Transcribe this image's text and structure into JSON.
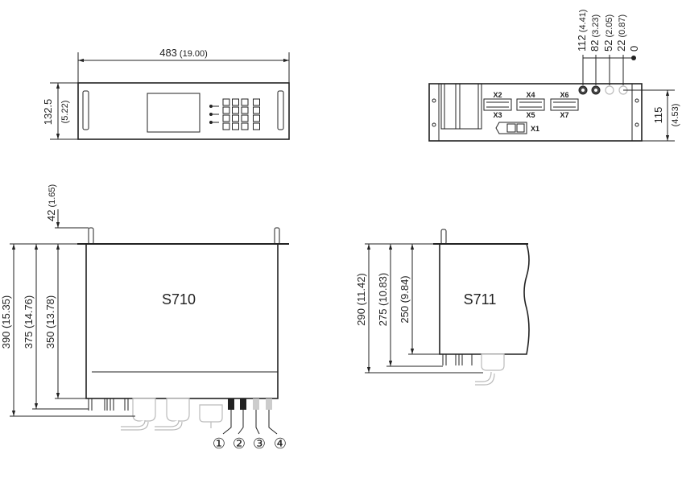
{
  "front_view": {
    "width_dim": {
      "mm": "483",
      "in": "(19.00)"
    },
    "height_dim": {
      "mm": "132.5",
      "in": "(5.22)"
    }
  },
  "rear_view": {
    "offsets": [
      {
        "mm": "112",
        "in": "(4.41)"
      },
      {
        "mm": "82",
        "in": "(3.23)"
      },
      {
        "mm": "52",
        "in": "(2.05)"
      },
      {
        "mm": "22",
        "in": "(0.87)"
      },
      {
        "mm": "0",
        "in": ""
      }
    ],
    "height_dim": {
      "mm": "115",
      "in": "(4.53)"
    },
    "connectors": [
      "X2",
      "X3",
      "X4",
      "X5",
      "X6",
      "X7",
      "X1"
    ]
  },
  "s710": {
    "label": "S710",
    "top_dim": {
      "mm": "42",
      "in": "(1.65)"
    },
    "depth_dims": [
      {
        "text": "390 (15.35)"
      },
      {
        "text": "375 (14.76)"
      },
      {
        "text": "350 (13.78)"
      }
    ],
    "callouts": [
      "①",
      "②",
      "③",
      "④"
    ]
  },
  "s711": {
    "label": "S711",
    "depth_dims": [
      {
        "text": "290 (11.42)"
      },
      {
        "text": "275 (10.83)"
      },
      {
        "text": "250 (9.84)"
      }
    ]
  }
}
